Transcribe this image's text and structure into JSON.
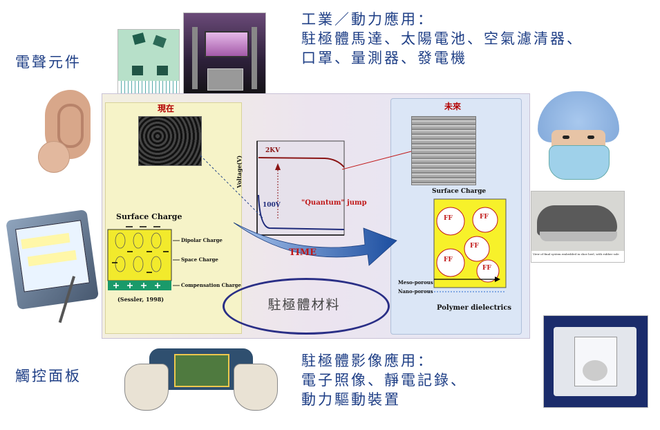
{
  "captions": {
    "top_right": [
      "工業／動力應用：",
      "駐極體馬達、太陽電池、空氣濾清器、",
      "口罩、量測器、發電機"
    ],
    "top_left": "電聲元件",
    "bottom_left": "觸控面板",
    "bottom_center": [
      "駐極體影像應用：",
      "電子照像、靜電記錄、",
      "動力驅動裝置"
    ]
  },
  "diagram": {
    "present_header": "現在",
    "future_header": "未來",
    "left_surface_charge": "Surface Charge",
    "dipolar_charge": "Dipolar Charge",
    "space_charge": "Space Charge",
    "compensation_charge": "Compensation Charge",
    "citation": "(Sessler, 1998)",
    "y_axis_label": "Voltage(V)",
    "level_high": "2KV",
    "level_low": "100V",
    "jump_label": "\"Quantum\" jump",
    "time_label": "TIME",
    "center_label": "駐極體材料",
    "right_surface_charge": "Surface Charge",
    "meso_porous": "Meso-porous",
    "nano_porous": "Nano-porous",
    "polymer_dielectrics": "Polymer dielectrics",
    "photo_caption": "View of final system embedded in shoe heel, with rubber sole"
  }
}
